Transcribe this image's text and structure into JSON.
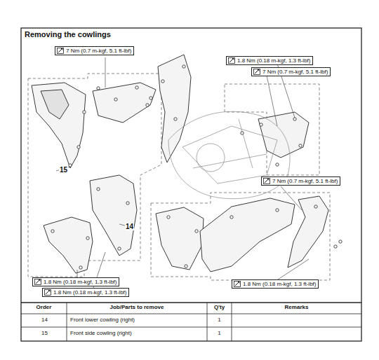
{
  "diagram": {
    "title": "Removing the cowlings",
    "labels": [
      "7 Nm (0.7 m-kgf, 5.1 ft-lbf)",
      "1.8 Nm (0.18 m-kgf, 1.3 ft-lbf)",
      "7 Nm (0.7 m-kgf, 5.1 ft-lbf)",
      "7 Nm (0.7 m-kgf, 5.1 ft-lbf)",
      "15",
      "14",
      "1.8 Nm (0.18 m-kgf, 1.3 ft-lbf)",
      "1.8 Nm (0.18 m-kgf, 1.3 ft-lbf)",
      "1.8 Nm (0.18 m-kgf, 1.3 ft-lbf)",
      "Order",
      "Job/Parts to remove",
      "Q'ty",
      "Remarks",
      "14",
      "Front lower cowling (right)",
      "1",
      "15",
      "Front side cowling (right)",
      "1"
    ]
  }
}
